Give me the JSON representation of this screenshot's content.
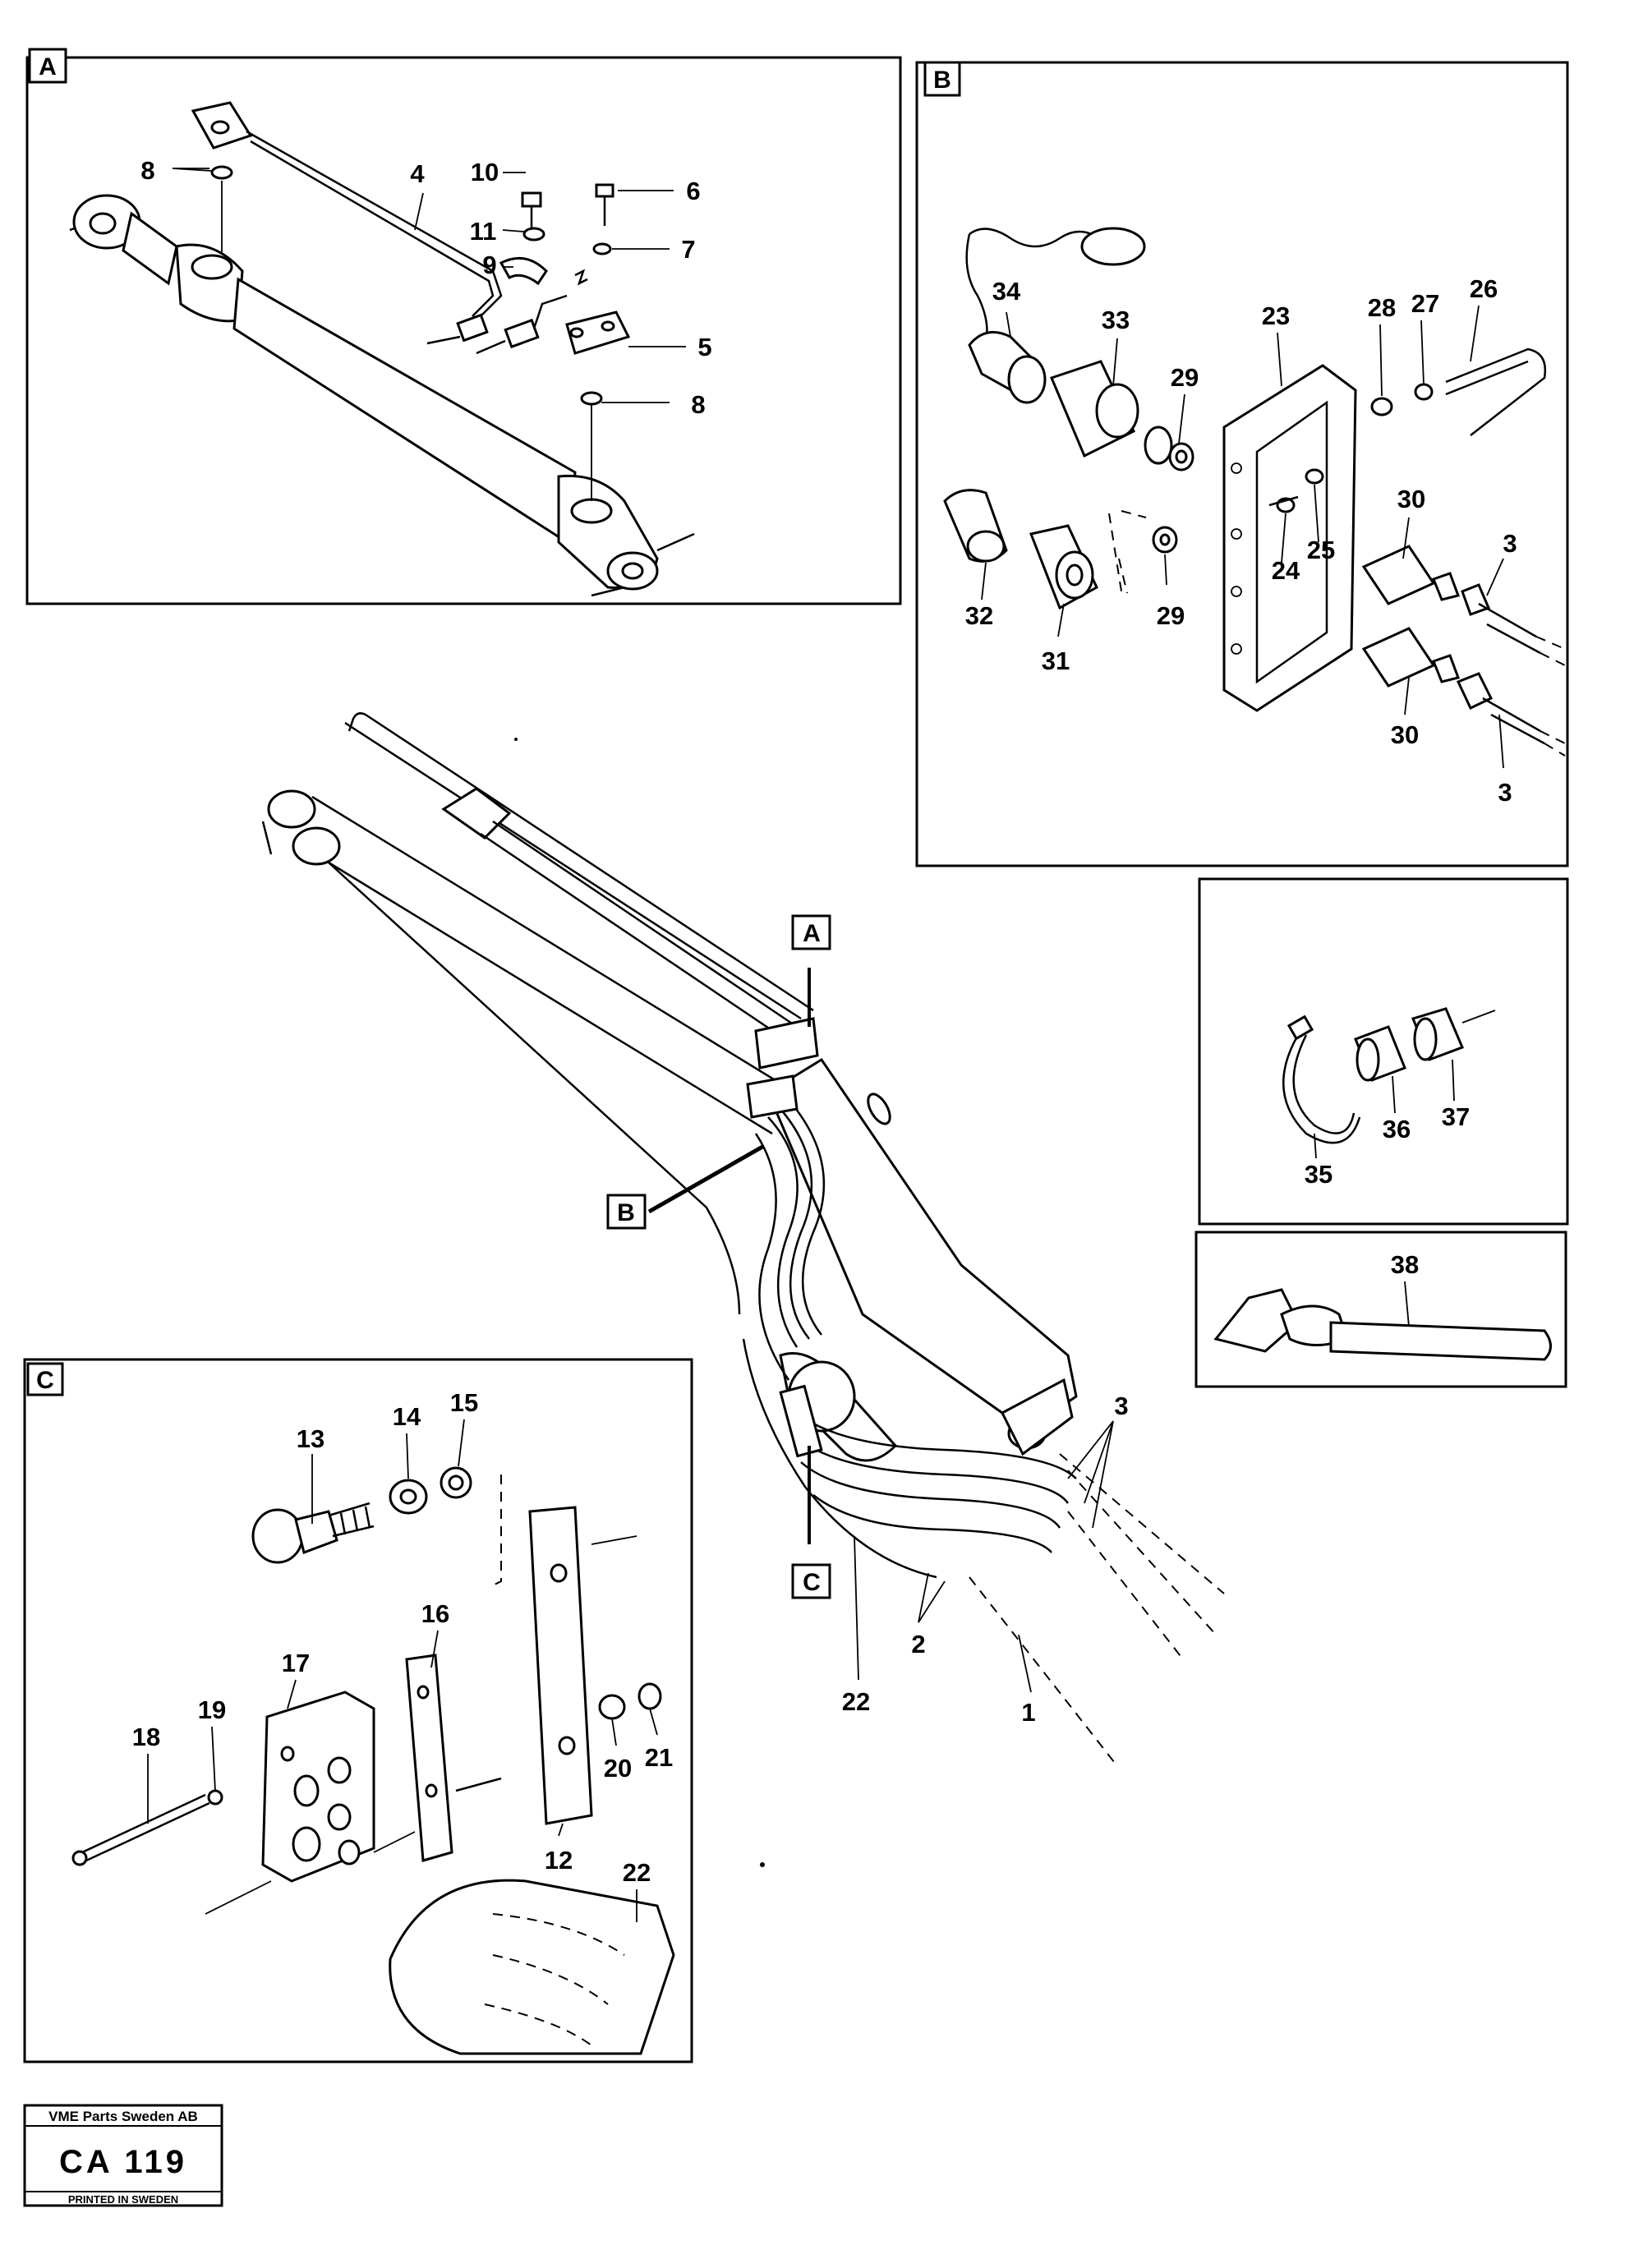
{
  "panels": {
    "a": "A",
    "b": "B",
    "c": "C"
  },
  "callouts": {
    "a": "A",
    "b": "B",
    "c": "C"
  },
  "labels": {
    "p1": "1",
    "p2": "2",
    "p3a": "3",
    "p3b": "3",
    "p3c": "3",
    "p4": "4",
    "p5": "5",
    "p6": "6",
    "p7": "7",
    "p8a": "8",
    "p8b": "8",
    "p9": "9",
    "p10": "10",
    "p11": "11",
    "p12": "12",
    "p13": "13",
    "p14": "14",
    "p15": "15",
    "p16": "16",
    "p17": "17",
    "p18": "18",
    "p19": "19",
    "p20": "20",
    "p21": "21",
    "p22a": "22",
    "p22b": "22",
    "p23": "23",
    "p24": "24",
    "p25": "25",
    "p26": "26",
    "p27": "27",
    "p28": "28",
    "p29a": "29",
    "p29b": "29",
    "p30a": "30",
    "p30b": "30",
    "p31": "31",
    "p32": "32",
    "p33": "33",
    "p34": "34",
    "p35": "35",
    "p36": "36",
    "p37": "37",
    "p38": "38"
  },
  "footer": {
    "company": "VME Parts Sweden AB",
    "code": "CA 119",
    "printed": "PRINTED IN SWEDEN"
  }
}
